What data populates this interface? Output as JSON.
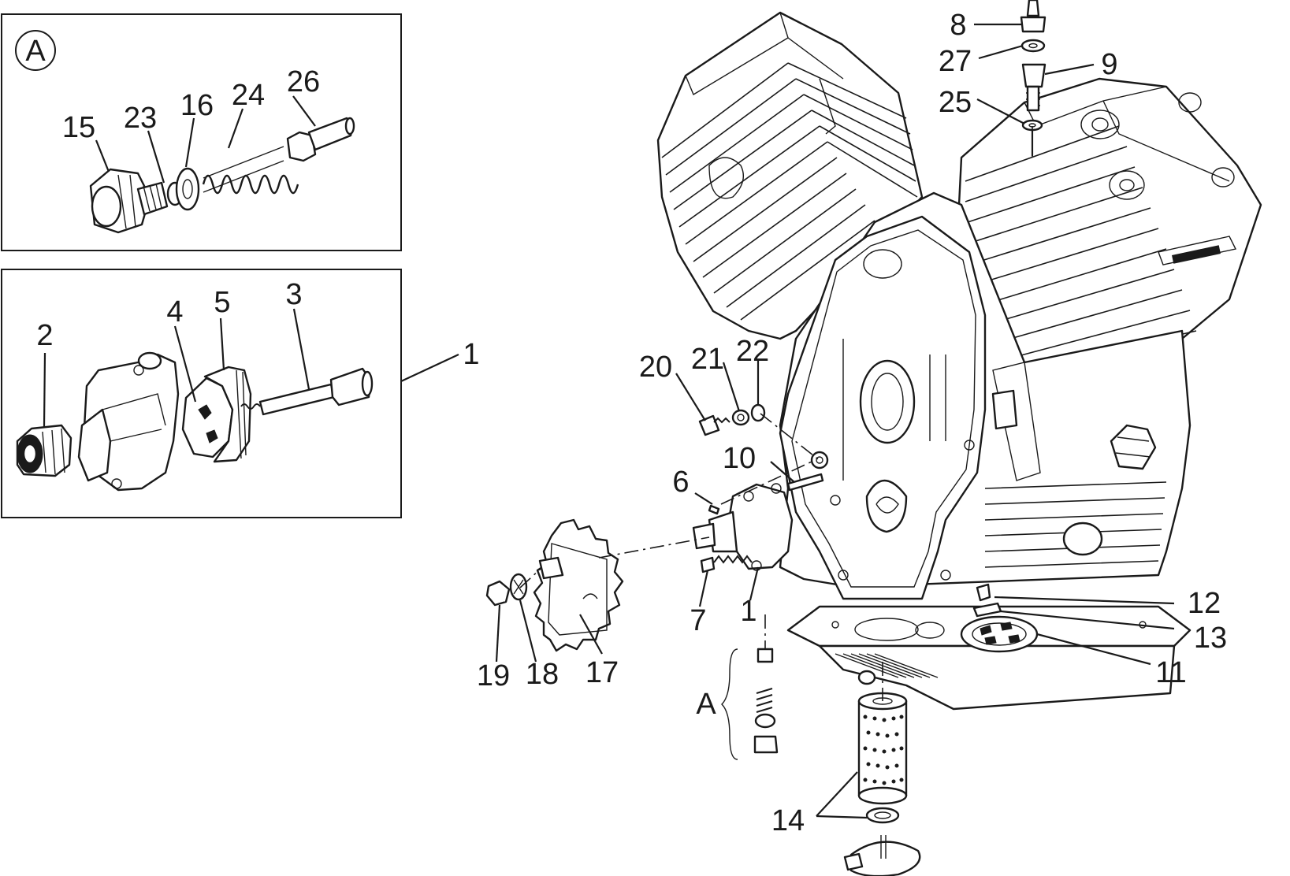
{
  "detail_box_letter": "A",
  "side_bracket_letter": "A",
  "callouts": [
    {
      "id": "A15",
      "text": "15"
    },
    {
      "id": "A23",
      "text": "23"
    },
    {
      "id": "A16",
      "text": "16"
    },
    {
      "id": "A24",
      "text": "24"
    },
    {
      "id": "A26",
      "text": "26"
    },
    {
      "id": "P2",
      "text": "2"
    },
    {
      "id": "P4",
      "text": "4"
    },
    {
      "id": "P5",
      "text": "5"
    },
    {
      "id": "P3",
      "text": "3"
    },
    {
      "id": "P1",
      "text": "1"
    },
    {
      "id": "E8",
      "text": "8"
    },
    {
      "id": "E27",
      "text": "27"
    },
    {
      "id": "E9",
      "text": "9"
    },
    {
      "id": "E25",
      "text": "25"
    },
    {
      "id": "E20",
      "text": "20"
    },
    {
      "id": "E21",
      "text": "21"
    },
    {
      "id": "E22",
      "text": "22"
    },
    {
      "id": "E10",
      "text": "10"
    },
    {
      "id": "E6",
      "text": "6"
    },
    {
      "id": "E7",
      "text": "7"
    },
    {
      "id": "E1",
      "text": "1"
    },
    {
      "id": "E12",
      "text": "12"
    },
    {
      "id": "E13",
      "text": "13"
    },
    {
      "id": "E11",
      "text": "11"
    },
    {
      "id": "E19",
      "text": "19"
    },
    {
      "id": "E18",
      "text": "18"
    },
    {
      "id": "E17",
      "text": "17"
    },
    {
      "id": "E14",
      "text": "14"
    }
  ]
}
